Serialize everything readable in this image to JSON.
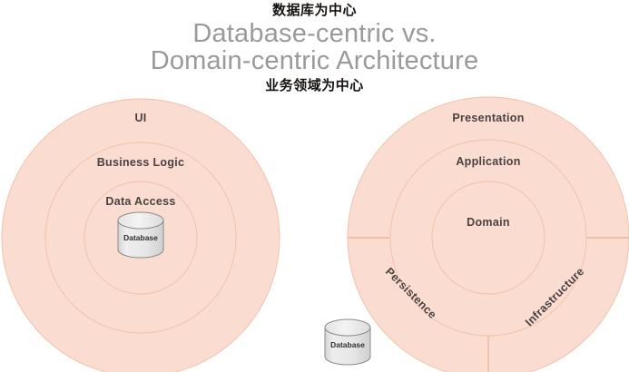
{
  "header": {
    "cn_top": "数据库为中心",
    "title_line1": "Database-centric vs.",
    "title_line2": "Domain-centric Architecture",
    "cn_bottom": "业务领域为中心"
  },
  "colors": {
    "ring_fill": "#fadcd0",
    "ring_stroke": "#efc0a8",
    "label_text": "#4a4240",
    "title_text": "#9a9a9a",
    "cn_text": "#16120f",
    "cylinder_fill": "#e2e2e2",
    "cylinder_top": "#ececec",
    "cylinder_stroke": "#8c8c8c"
  },
  "left_diagram": {
    "name": "Database-centric Architecture",
    "rings": [
      {
        "label": "UI",
        "radius": 153
      },
      {
        "label": "Business Logic",
        "radius": 105
      },
      {
        "label": "Data Access",
        "radius": 62
      }
    ],
    "center_node": {
      "label": "Database",
      "shape": "cylinder"
    }
  },
  "right_diagram": {
    "name": "Domain-centric Architecture",
    "rings": [
      {
        "label": "Presentation",
        "radius": 155
      },
      {
        "label": "Application",
        "radius": 108
      },
      {
        "label": "Domain",
        "radius": 62
      }
    ],
    "outer_sectors": [
      {
        "label": "Persistence",
        "position": "bottom-left",
        "rotation": 45
      },
      {
        "label": "Infrastructure",
        "position": "bottom-right",
        "rotation": -45
      }
    ]
  },
  "detached_node": {
    "label": "Database",
    "shape": "cylinder"
  }
}
